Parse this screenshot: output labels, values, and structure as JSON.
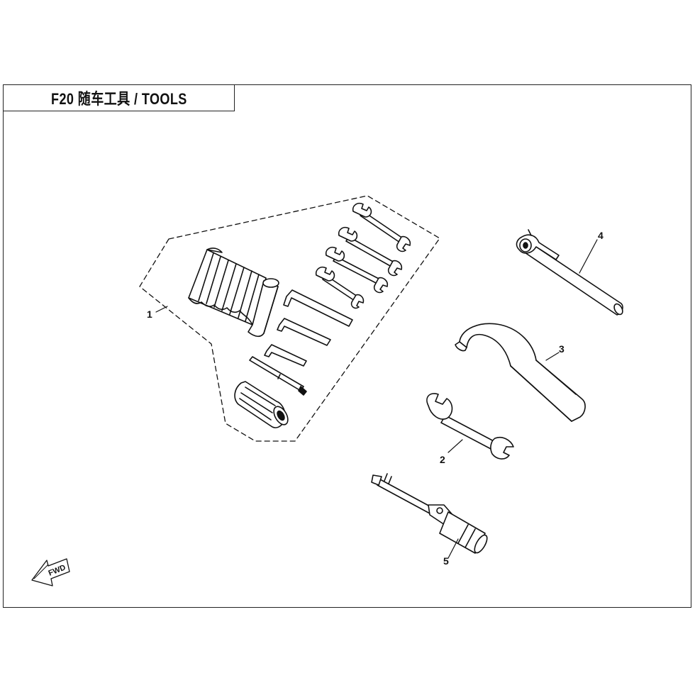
{
  "title": "F20 随车工具 / TOOLS",
  "callouts": [
    "1",
    "2",
    "3",
    "4",
    "5"
  ],
  "direction_label": "FWD",
  "colors": {
    "line": "#111111",
    "fill": "#ffffff",
    "shade": "#555555"
  }
}
